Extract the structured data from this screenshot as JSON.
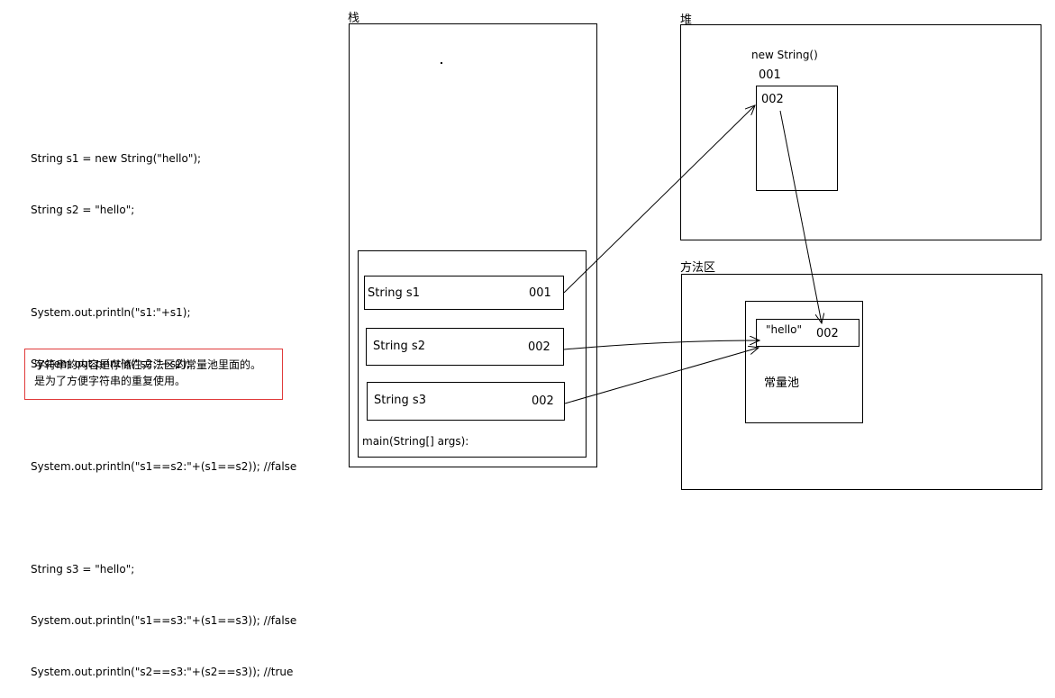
{
  "code_lines": [
    "String s1 = new String(\"hello\");",
    "String s2 = \"hello\";",
    "",
    "System.out.println(\"s1:\"+s1);",
    "System.out.println(\"s2:\"+s2);",
    "",
    "System.out.println(\"s1==s2:\"+(s1==s2)); //false",
    "",
    "String s3 = \"hello\";",
    "System.out.println(\"s1==s3:\"+(s1==s3)); //false",
    "System.out.println(\"s2==s3:\"+(s2==s3)); //true"
  ],
  "note": {
    "line1": "字符串的内容是存储在方法区的常量池里面的。",
    "line2": "是为了方便字符串的重复使用。"
  },
  "stack": {
    "title": "栈",
    "frame_label": "main(String[] args):",
    "vars": [
      {
        "name": "String s1",
        "addr": "001"
      },
      {
        "name": "String s2",
        "addr": "002"
      },
      {
        "name": "String s3",
        "addr": "002"
      }
    ]
  },
  "heap": {
    "title": "堆",
    "object_label": "new String()",
    "object_addr": "001",
    "inner_value": "002"
  },
  "method_area": {
    "title": "方法区",
    "pool_label": "常量池",
    "pool_entry_value": "\"hello\"",
    "pool_entry_addr": "002"
  }
}
